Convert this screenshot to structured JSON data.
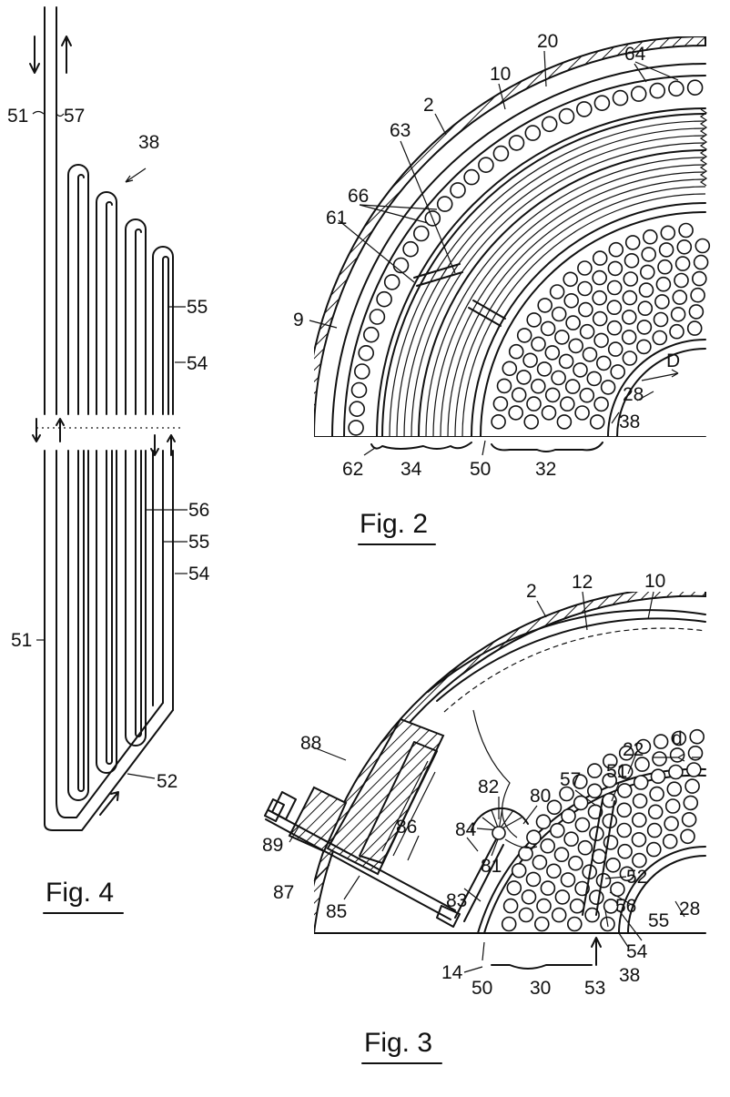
{
  "figures": [
    {
      "id": "fig4",
      "caption": "Fig. 4",
      "labels": [
        "51",
        "57",
        "38",
        "55",
        "54",
        "56",
        "55",
        "54",
        "51",
        "52"
      ]
    },
    {
      "id": "fig2",
      "caption": "Fig. 2",
      "labels": [
        "64",
        "10",
        "20",
        "2",
        "63",
        "66",
        "61",
        "9",
        "D",
        "28",
        "38",
        "62",
        "34",
        "50",
        "32"
      ]
    },
    {
      "id": "fig3",
      "caption": "Fig. 3",
      "labels": [
        "2",
        "12",
        "10",
        "88",
        "22",
        "d",
        "82",
        "80",
        "57",
        "51",
        "89",
        "86",
        "84",
        "81",
        "52",
        "87",
        "85",
        "83",
        "56",
        "55",
        "28",
        "14",
        "54",
        "38",
        "50",
        "30",
        "53"
      ]
    }
  ]
}
